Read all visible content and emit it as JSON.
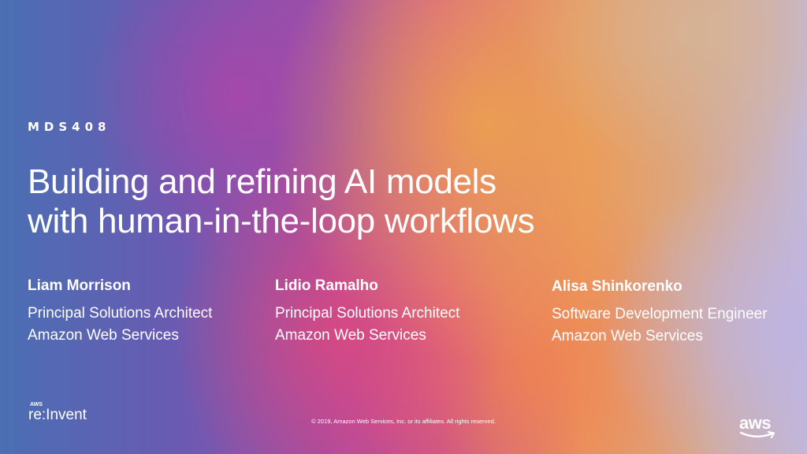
{
  "slide": {
    "session_code": "MDS408",
    "title_line1": "Building and refining AI models",
    "title_line2": "with human-in-the-loop workflows"
  },
  "speakers": [
    {
      "name": "Liam Morrison",
      "role": "Principal Solutions Architect",
      "org": "Amazon Web Services"
    },
    {
      "name": "Lidio Ramalho",
      "role": "Principal Solutions Architect",
      "org": "Amazon Web Services"
    },
    {
      "name": "Alisa Shinkorenko",
      "role": "Software Development Engineer",
      "org": "Amazon Web Services"
    }
  ],
  "footer": {
    "event_logo_small": "AWS",
    "event_logo": "re:Invent",
    "copyright": "© 2019, Amazon Web Services, Inc. or its affiliates. All rights reserved.",
    "brand_logo": "aws"
  },
  "icons": {
    "brand_smile": "aws-smile-icon"
  }
}
